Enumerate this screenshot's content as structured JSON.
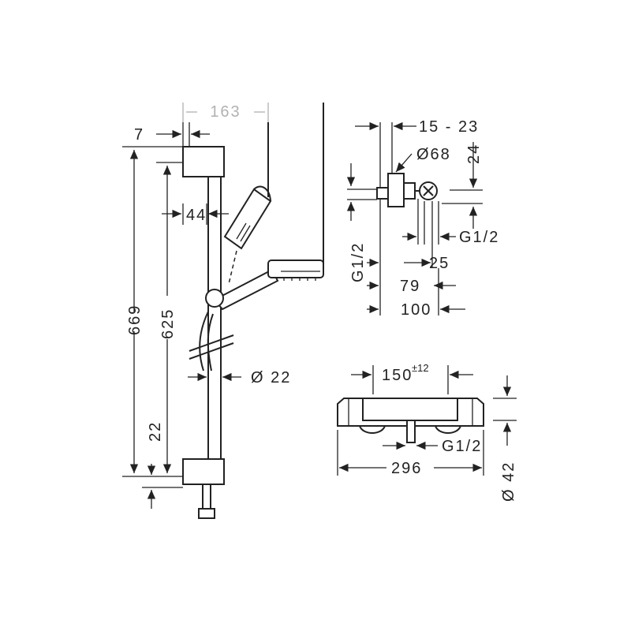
{
  "shower_rail": {
    "dims": {
      "top_width": "163",
      "bracket_offset": "7",
      "holder_offset": "44",
      "total_height": "669",
      "rail_height": "625",
      "bottom_offset": "22",
      "rail_diameter": "Ø 22"
    }
  },
  "wall_connector": {
    "dims": {
      "wall_depth": "15 - 23",
      "rosette": "Ø68",
      "height": "24",
      "thread_top": "G1/2",
      "thread_left": "G1/2",
      "width_25": "25",
      "width_79": "79",
      "width_100": "100"
    }
  },
  "thermostat": {
    "dims": {
      "centers": "150",
      "centers_tol": "±12",
      "outlet": "G1/2",
      "length": "296",
      "diameter": "Ø 42"
    }
  }
}
